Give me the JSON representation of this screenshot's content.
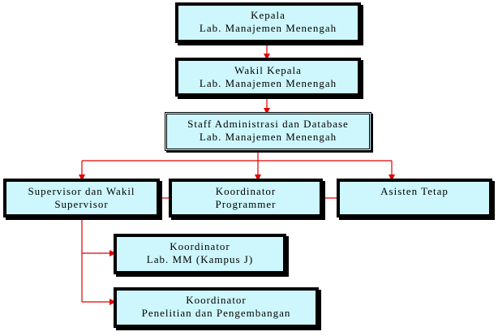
{
  "boxes": {
    "kepala": {
      "line1": "Kepala",
      "line2": "Lab. Manajemen Menengah"
    },
    "wakil": {
      "line1": "Wakil Kepala",
      "line2": "Lab. Manajemen Menengah"
    },
    "staff": {
      "line1": "Staff Administrasi dan Database",
      "line2": "Lab. Manajemen Menengah"
    },
    "supervisor": {
      "line1": "Supervisor dan Wakil",
      "line2": "Supervisor"
    },
    "programmer": {
      "line1": "Koordinator",
      "line2": "Programmer"
    },
    "asisten": {
      "line1": "Asisten Tetap"
    },
    "mm": {
      "line1": "Koordinator",
      "line2": "Lab. MM (Kampus J)"
    },
    "penelitian": {
      "line1": "Koordinator",
      "line2": "Penelitian dan Pengembangan"
    }
  },
  "colors": {
    "box_fill": "#cdf7fc",
    "box_border": "#000000",
    "connector": "#e00000"
  }
}
